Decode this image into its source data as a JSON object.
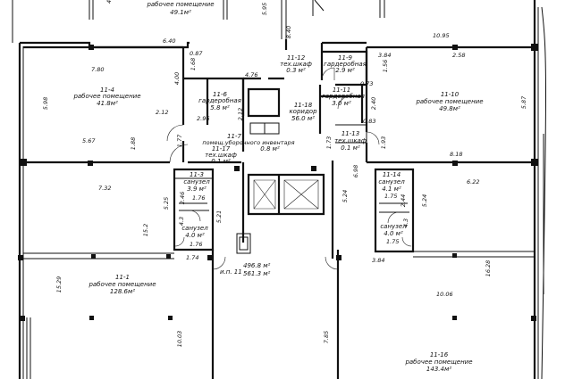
{
  "rooms": [
    {
      "id": "room-top-left",
      "code": "",
      "type": "рабочее помещение",
      "area": "49.1м²"
    },
    {
      "id": "room-11-4",
      "code": "11-4",
      "type": "рабочее помещение",
      "area": "41.8м²"
    },
    {
      "id": "room-11-6",
      "code": "11-6",
      "type": "гардеробная",
      "area": "5.8 м²"
    },
    {
      "id": "room-11-12",
      "code": "11-12",
      "type": "тех.шкаф",
      "area": "0.3 м²"
    },
    {
      "id": "room-11-9",
      "code": "11-9",
      "type": "гардеробная",
      "area": "2.9 м²"
    },
    {
      "id": "room-11-18",
      "code": "11-18",
      "type": "коридор",
      "area": "56.0 м²"
    },
    {
      "id": "room-11-11",
      "code": "11-11",
      "type": "гардеробная",
      "area": "3.0 м²"
    },
    {
      "id": "room-11-10",
      "code": "11-10",
      "type": "рабочее помещение",
      "area": "49.8м²"
    },
    {
      "id": "room-11-7",
      "code": "11-7",
      "type": "помещ.уборочного инвентаря",
      "area": "0.8 м²"
    },
    {
      "id": "room-11-17",
      "code": "11-17",
      "type": "тех.шкаф",
      "area": "0.1 м²"
    },
    {
      "id": "room-11-13",
      "code": "11-13",
      "type": "тех.шкаф",
      "area": "0.1 м²"
    },
    {
      "id": "room-11-3",
      "code": "11-3",
      "type": "санузел",
      "area": "3.9 м²"
    },
    {
      "id": "room-11-14",
      "code": "11-14",
      "type": "санузел",
      "area": "4.1 м²"
    },
    {
      "id": "room-left-wc",
      "code": "",
      "type": "санузел",
      "area": "4.0 м²"
    },
    {
      "id": "room-right-wc",
      "code": "",
      "type": "санузел",
      "area": "4.0 м²"
    },
    {
      "id": "room-11-1",
      "code": "11-1",
      "type": "рабочее помещение",
      "area": "128.6м²"
    },
    {
      "id": "room-11-16",
      "code": "11-16",
      "type": "рабочее помещение",
      "area": "143.4м²"
    }
  ],
  "floor_summary": {
    "label": "и.п. 11",
    "area_1": "496.8 м²",
    "area_2": "561.3 м²"
  },
  "dimensions": {
    "d_4": "4",
    "d_595": "5.95",
    "d_840": "8.40",
    "d_640": "6.40",
    "d_1095": "10.95",
    "d_780": "7.80",
    "d_087": "0.87",
    "d_168": "1.68",
    "d_400": "4.00",
    "d_476": "4.76",
    "d_384a": "3.84",
    "d_258": "2.58",
    "d_156": "1.56",
    "d_598": "5.98",
    "d_587": "5.87",
    "d_212a": "2.12",
    "d_212b": "2.12",
    "d_296": "2.96",
    "d_073": "0.73",
    "d_240": "2.40",
    "d_083": "0.83",
    "d_567": "5.67",
    "d_188": "1.88",
    "d_177": "1.77",
    "d_173": "1.73",
    "d_193": "1.93",
    "d_818": "8.18",
    "d_698": "6.98",
    "d_732": "7.32",
    "d_622": "6.22",
    "d_525": "5.25",
    "d_246": "2.46",
    "d_176a": "1.76",
    "d_521": "5.21",
    "d_524a": "5.24",
    "d_175a": "1.75",
    "d_244": "2.44",
    "d_524b": "5.24",
    "d_152": "15.2",
    "d_43a": "4.3",
    "d_43b": "4.3",
    "d_176b": "1.76",
    "d_175b": "1.75",
    "d_174": "1.74",
    "d_384b": "3.84",
    "d_1529": "15.29",
    "d_1628": "16.28",
    "d_1006": "10.06",
    "d_1003": "10.03",
    "d_785": "7.85"
  }
}
